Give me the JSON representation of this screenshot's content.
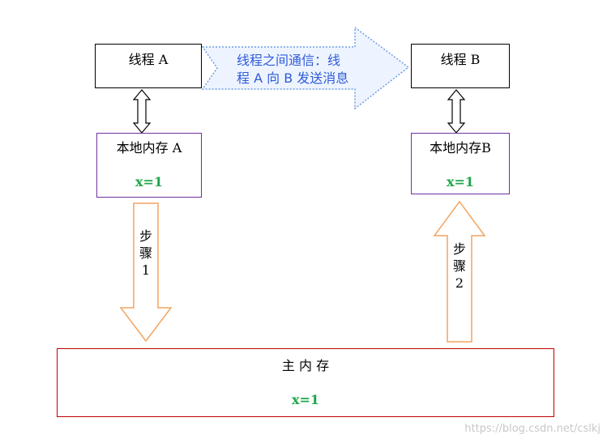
{
  "thread_a": {
    "label": "线程 A"
  },
  "thread_b": {
    "label": "线程 B"
  },
  "communication": {
    "line1": "线程之间通信：线",
    "line2": "程 A 向 B 发送消息"
  },
  "local_a": {
    "label": "本地内存 A",
    "value": "x=1"
  },
  "local_b": {
    "label": "本地内存B",
    "value": "x=1"
  },
  "step1": {
    "line1": "步",
    "line2": "骤",
    "line3": "1"
  },
  "step2": {
    "line1": "步",
    "line2": "骤",
    "line3": "2"
  },
  "main_memory": {
    "label": "主 内 存",
    "value": "x=1"
  },
  "watermark": "https://blog.csdn.net/cslkj",
  "colors": {
    "message_arrow": "#6f9be8",
    "step_arrow": "#f4a460",
    "local_border": "#7030a0",
    "main_border": "#c00000",
    "value_text": "#1fa64a"
  }
}
